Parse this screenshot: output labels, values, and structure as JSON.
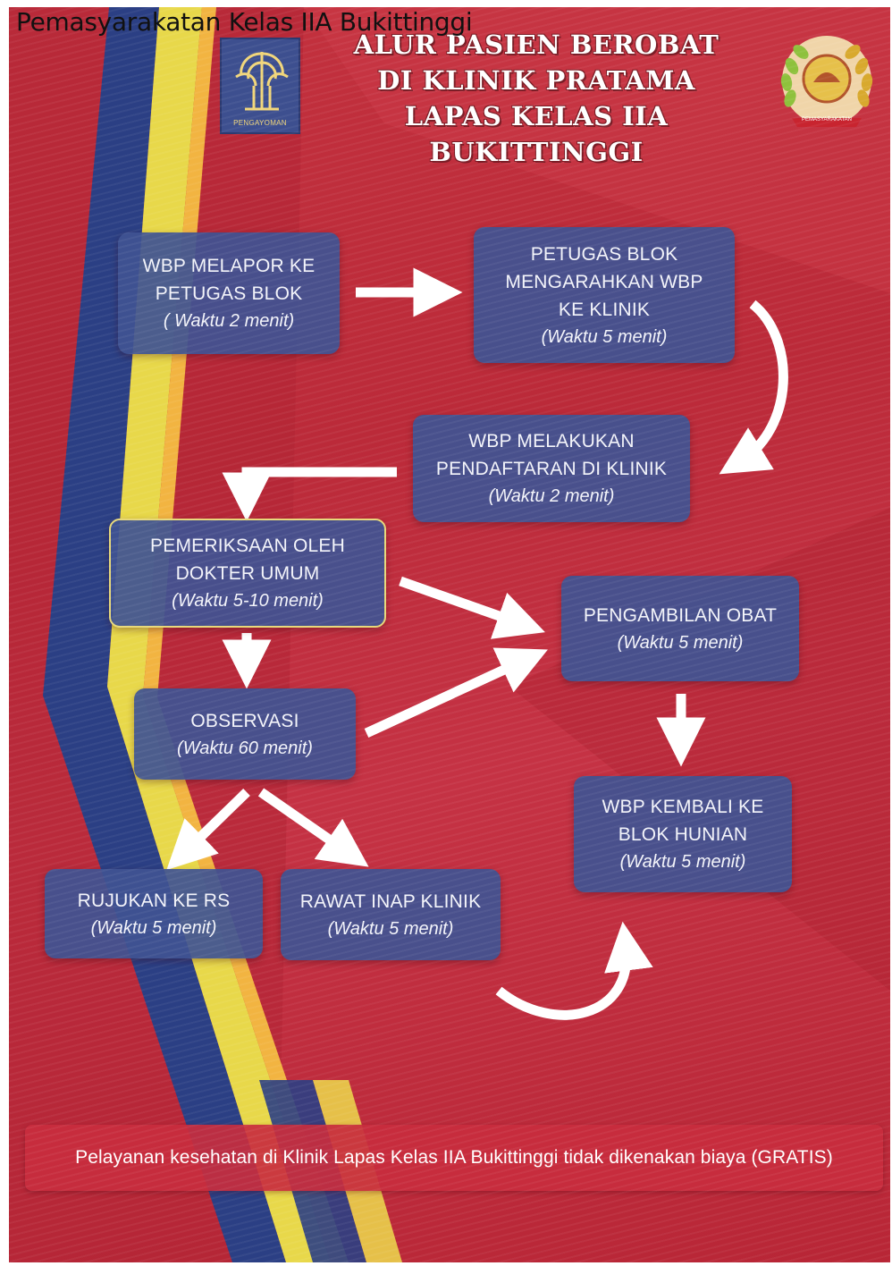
{
  "caption": "Pemasyarakatan Kelas IIA Bukittinggi",
  "header": {
    "title_lines": [
      "ALUR PASIEN BEROBAT",
      "DI KLINIK PRATAMA",
      "LAPAS KELAS IIA BUKITTINGGI"
    ],
    "left_logo_label": "PENGAYOMAN",
    "right_logo_label": "PEMASYARAKATAN"
  },
  "colors": {
    "poster_red": "#c3313e",
    "box_blue": "#3f5392",
    "stripe_yellow": "#e8d84a",
    "stripe_orange": "#f2b441",
    "stripe_navy": "#2b3f84",
    "arrow_white": "#ffffff"
  },
  "steps": {
    "lapor": {
      "label": [
        "WBP MELAPOR KE",
        "PETUGAS BLOK"
      ],
      "time": "( Waktu 2 menit)"
    },
    "arahkan": {
      "label": [
        "PETUGAS BLOK",
        "MENGARAHKAN WBP",
        "KE KLINIK"
      ],
      "time": "(Waktu 5 menit)"
    },
    "daftar": {
      "label": [
        "WBP MELAKUKAN",
        "PENDAFTARAN DI KLINIK"
      ],
      "time": "(Waktu 2 menit)"
    },
    "periksa": {
      "label": [
        "PEMERIKSAAN OLEH",
        "DOKTER UMUM"
      ],
      "time": "(Waktu 5-10 menit)"
    },
    "obat": {
      "label": [
        "PENGAMBILAN OBAT"
      ],
      "time": "(Waktu 5 menit)"
    },
    "observasi": {
      "label": [
        "OBSERVASI"
      ],
      "time": "(Waktu 60 menit)"
    },
    "kembali": {
      "label": [
        "WBP KEMBALI KE",
        "BLOK HUNIAN"
      ],
      "time": "(Waktu 5 menit)"
    },
    "rujukan": {
      "label": [
        "RUJUKAN KE RS"
      ],
      "time": "(Waktu 5 menit)"
    },
    "rawat": {
      "label": [
        "RAWAT INAP KLINIK"
      ],
      "time": "(Waktu 5 menit)"
    }
  },
  "footer": "Pelayanan kesehatan di Klinik Lapas Kelas IIA Bukittinggi tidak dikenakan biaya (GRATIS)"
}
